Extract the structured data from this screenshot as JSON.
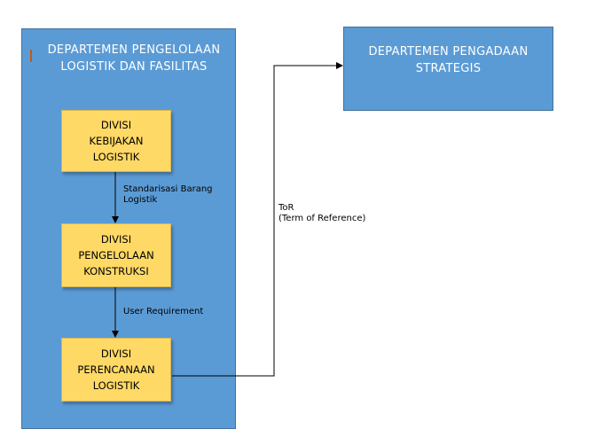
{
  "left_department": {
    "title_line1": "DEPARTEMEN PENGELOLAAN",
    "title_line2": "LOGISTIK DAN FASILITAS"
  },
  "right_department": {
    "title_line1": "DEPARTEMEN PENGADAAN",
    "title_line2": "STRATEGIS"
  },
  "divisions": [
    {
      "line1": "DIVISI KEBIJAKAN",
      "line2": "LOGISTIK",
      "line3": ""
    },
    {
      "line1": "DIVISI",
      "line2": "PENGELOLAAN",
      "line3": "KONSTRUKSI"
    },
    {
      "line1": "DIVISI",
      "line2": "PERENCANAAN",
      "line3": "LOGISTIK"
    }
  ],
  "edge_labels": {
    "standardization_line1": "Standarisasi Barang",
    "standardization_line2": "Logistik",
    "user_requirement": "User Requirement",
    "tor_line1": "ToR",
    "tor_line2": "(Term of Reference)"
  },
  "colors": {
    "department_fill": "#5b9bd5",
    "division_fill": "#ffd966"
  }
}
